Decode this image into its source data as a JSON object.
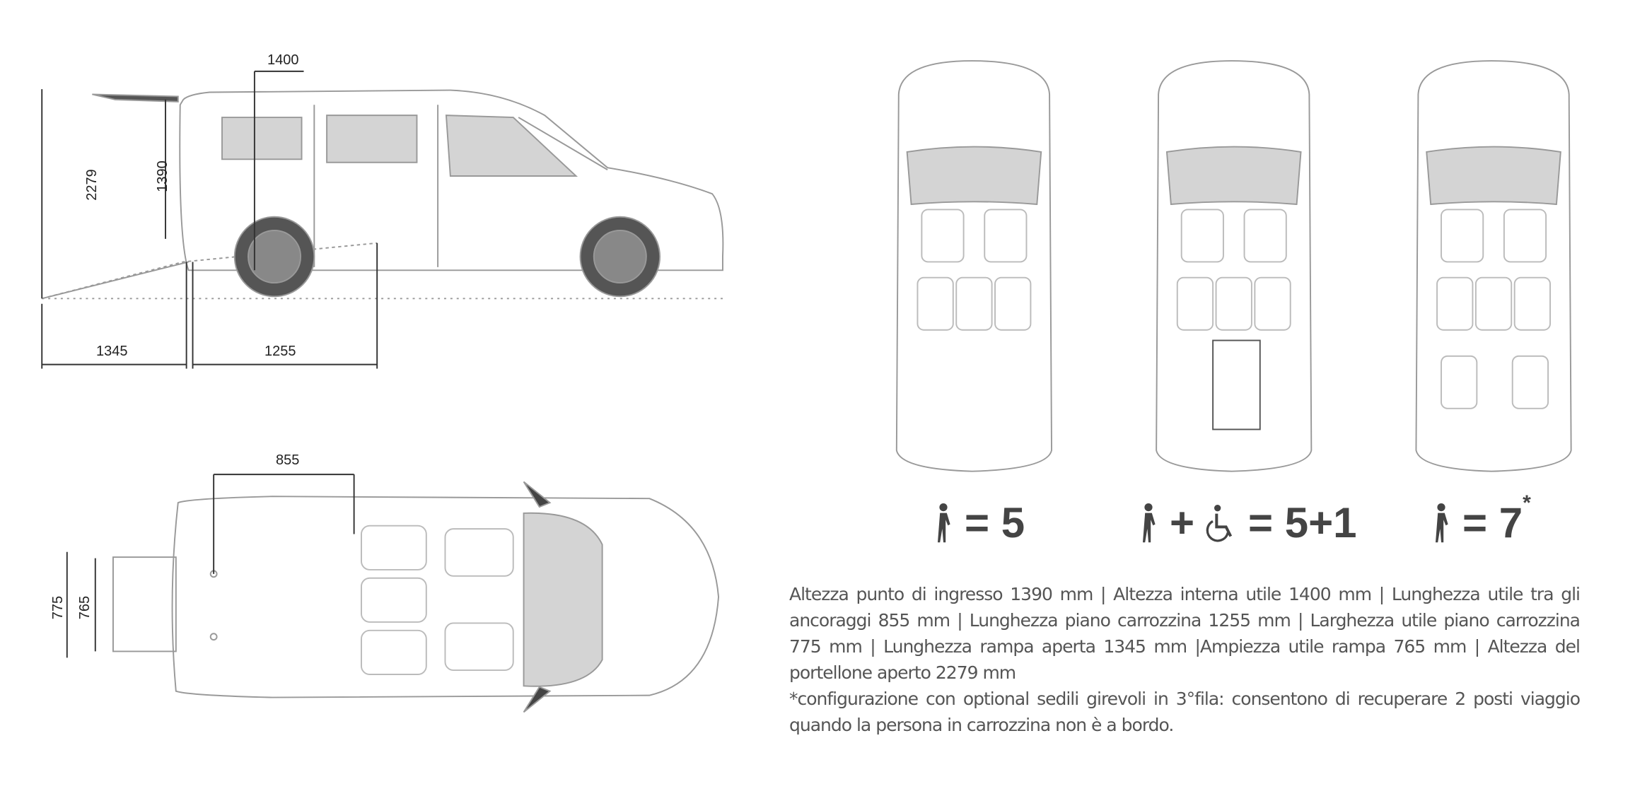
{
  "dimensions": {
    "interior_height": "1400",
    "entry_height": "1390",
    "tailgate_height": "2279",
    "ramp_length": "1345",
    "floor_length": "1255",
    "anchor_length": "855",
    "floor_width": "775",
    "ramp_width": "765"
  },
  "capacity": [
    {
      "value": "= 5"
    },
    {
      "plus": "+",
      "value": "= 5+1"
    },
    {
      "value": "= 7",
      "note": "*"
    }
  ],
  "description": {
    "specs": "Altezza punto di ingresso 1390 mm | Altezza interna utile 1400 mm | Lunghezza utile tra gli ancoraggi 855 mm | Lunghezza piano carrozzina 1255 mm | Larghezza utile piano carrozzina 775 mm | Lunghezza rampa aperta 1345 mm |Ampiezza utile rampa 765 mm | Altezza del portellone aperto 2279 mm",
    "footnote": "*configurazione con optional sedili girevoli in 3°fila:  consentono di recuperare 2 posti viaggio quando la persona in carrozzina non è a bordo."
  },
  "colors": {
    "line": "#9a9a9a",
    "glass": "#d4d4d4",
    "dark": "#444444"
  }
}
